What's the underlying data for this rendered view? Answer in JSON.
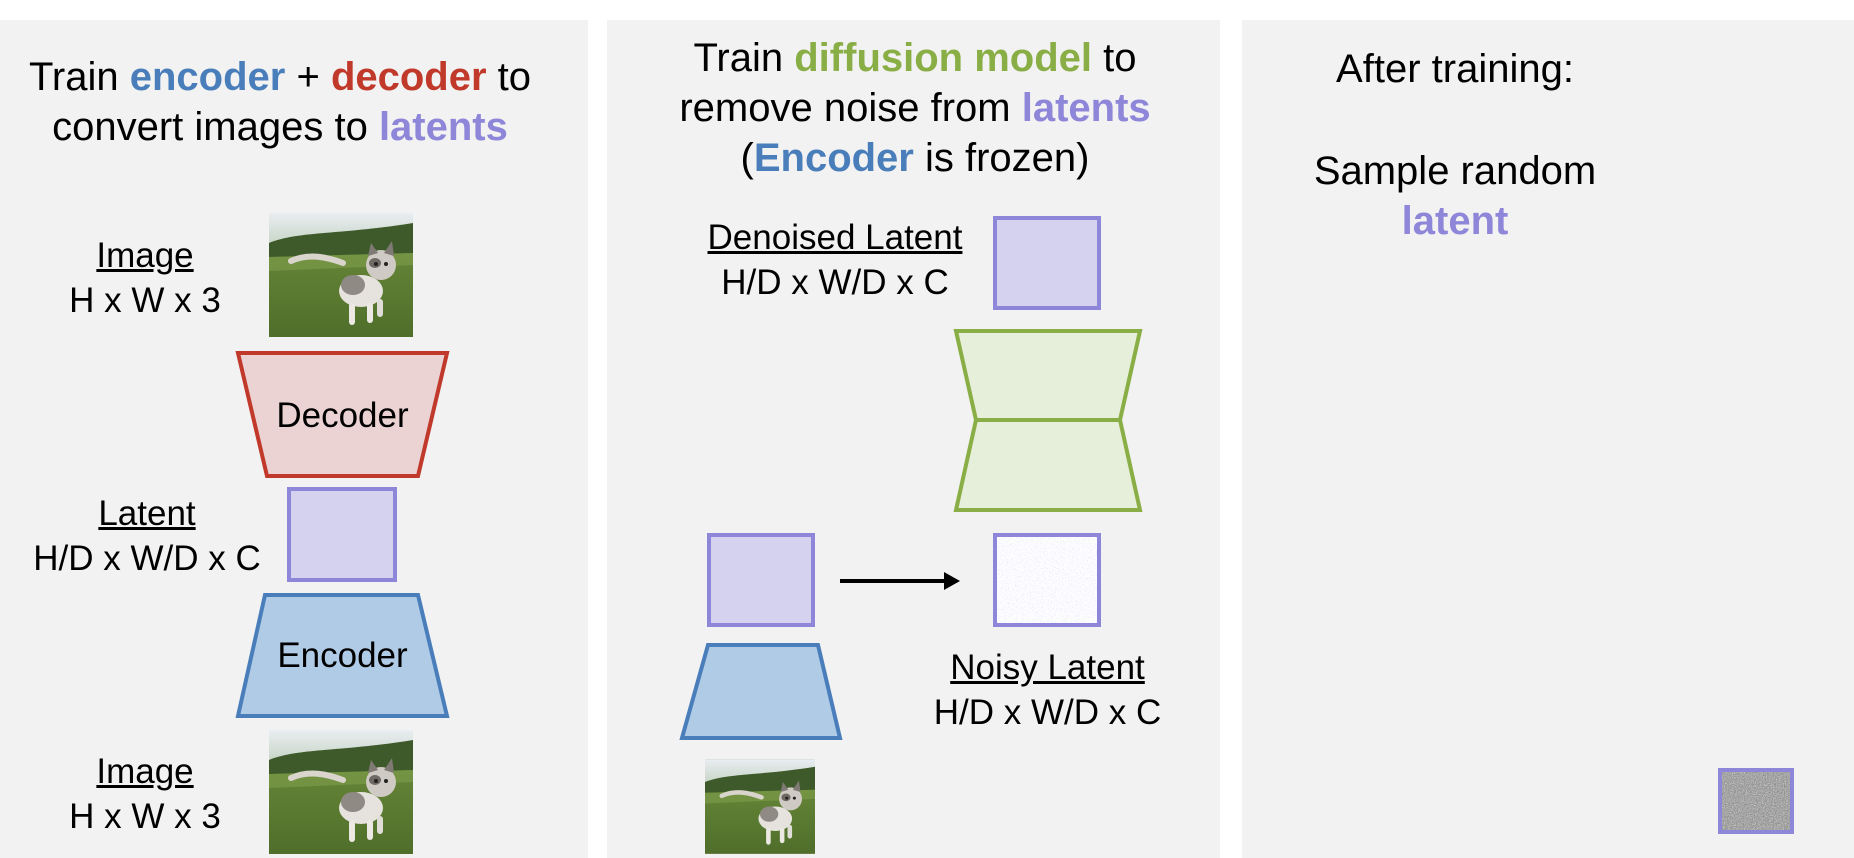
{
  "panel1": {
    "title": {
      "t1": "Train ",
      "encoder": "encoder",
      "t2": " + ",
      "decoder": "decoder",
      "t3": " to",
      "t4": "convert images to ",
      "latents": "latents"
    },
    "image_top": {
      "name": "Image",
      "dims": "H x W x 3"
    },
    "decoder_label": "Decoder",
    "latent": {
      "name": "Latent",
      "dims": "H/D x W/D x C"
    },
    "encoder_label": "Encoder",
    "image_bottom": {
      "name": "Image",
      "dims": "H x W x 3"
    }
  },
  "panel2": {
    "title": {
      "t1": "Train ",
      "diffusion": "diffusion model",
      "t2": " to",
      "t3": "remove noise from ",
      "latents": "latents",
      "t4": "(",
      "encoder": "Encoder",
      "t5": " is frozen)"
    },
    "denoised": {
      "name": "Denoised Latent",
      "dims": "H/D x W/D x C"
    },
    "noisy": {
      "name": "Noisy Latent",
      "dims": "H/D x W/D x C"
    }
  },
  "panel3": {
    "line1": "After training:",
    "line2": "Sample random",
    "latent": "latent"
  },
  "colors": {
    "panel_bg": "#f2f2f2",
    "encoder_fill": "#b0cbe6",
    "encoder_stroke": "#4a7ebb",
    "decoder_fill": "#ebd3d4",
    "decoder_stroke": "#c0392b",
    "latent_fill": "#d5d2f0",
    "latent_stroke": "#8e86d8",
    "diffusion_fill": "#e5efd9",
    "diffusion_stroke": "#8aae46"
  }
}
